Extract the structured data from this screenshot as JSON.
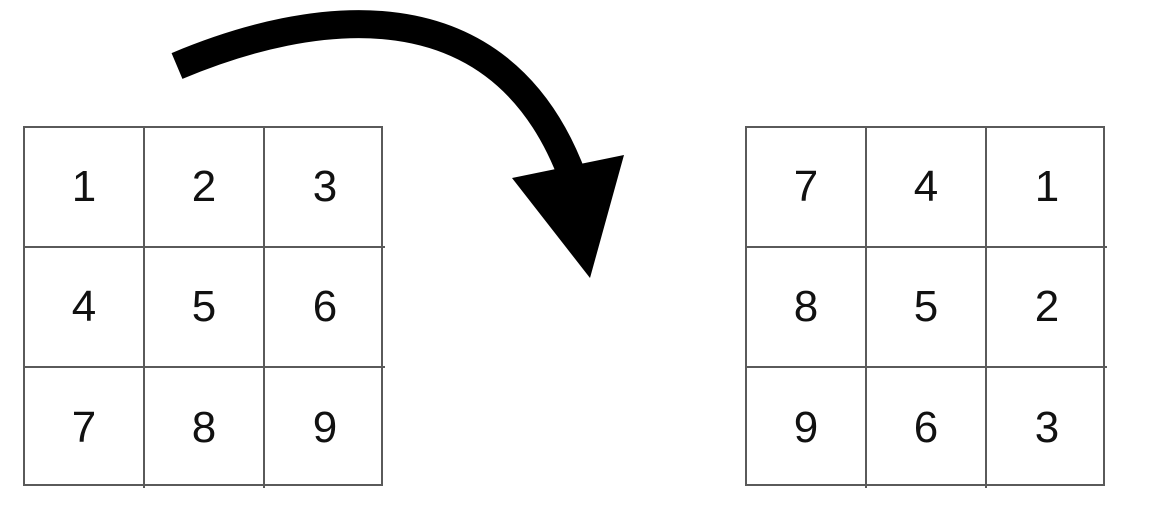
{
  "diagram": {
    "before_grid": [
      "1",
      "2",
      "3",
      "4",
      "5",
      "6",
      "7",
      "8",
      "9"
    ],
    "after_grid": [
      "7",
      "4",
      "1",
      "8",
      "5",
      "2",
      "9",
      "6",
      "3"
    ],
    "arrow_icon": "curved-arrow-clockwise",
    "colors": {
      "grid_line": "#5a5a5a",
      "text": "#111111",
      "arrow": "#000000"
    }
  }
}
